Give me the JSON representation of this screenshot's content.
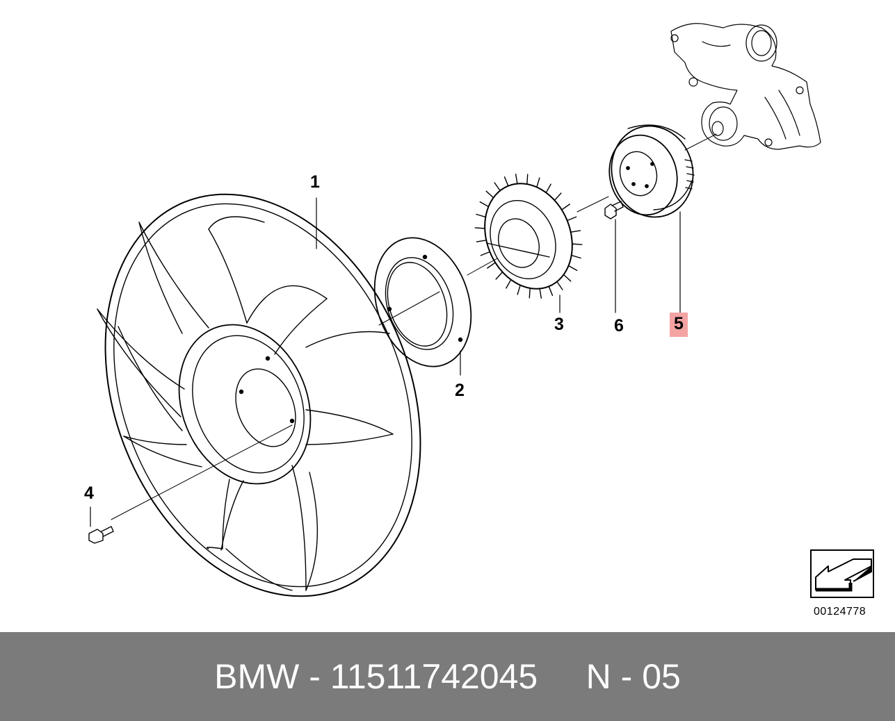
{
  "callouts": {
    "c1": "1",
    "c2": "2",
    "c3": "3",
    "c4": "4",
    "c5": "5",
    "c6": "6"
  },
  "reference_number": "00124778",
  "footer": {
    "text": "BMW - 11511742045     N - 05"
  },
  "colors": {
    "highlight": "#f4a3a3",
    "footer_bg": "#7b7b7b",
    "footer_text": "#ffffff",
    "line": "#000000"
  }
}
